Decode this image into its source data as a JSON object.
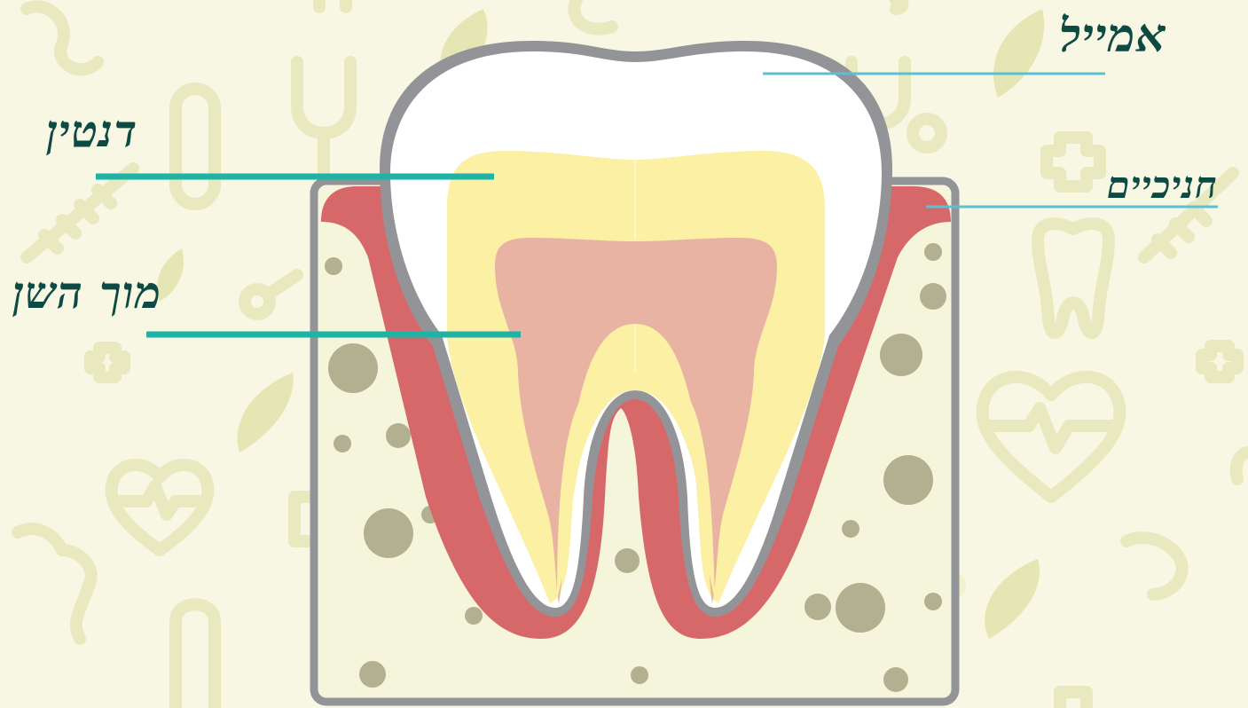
{
  "labels": {
    "enamel": "אמייל",
    "dentin": "דנטין",
    "pulp": "מוך השן",
    "gums": "חניכיים"
  },
  "background": {
    "icons": [
      "tooth-icon",
      "pill-icon",
      "stethoscope-icon",
      "leaf-icon",
      "syringe-icon",
      "heart-pulse-icon",
      "cross-icon"
    ]
  },
  "colors": {
    "background": "#f7f7e3",
    "pattern": "#e9e9bf",
    "bone": "#f5f5dc",
    "bone_outline": "#939497",
    "bone_dots": "#b3b091",
    "gum": "#d7686a",
    "enamel": "#ffffff",
    "dentin": "#fbf0a4",
    "pulp": "#e8b3a3",
    "label_text": "#0d4a43",
    "leader_thick": "#1fb3a6",
    "leader_thin": "#5bc0d4"
  }
}
